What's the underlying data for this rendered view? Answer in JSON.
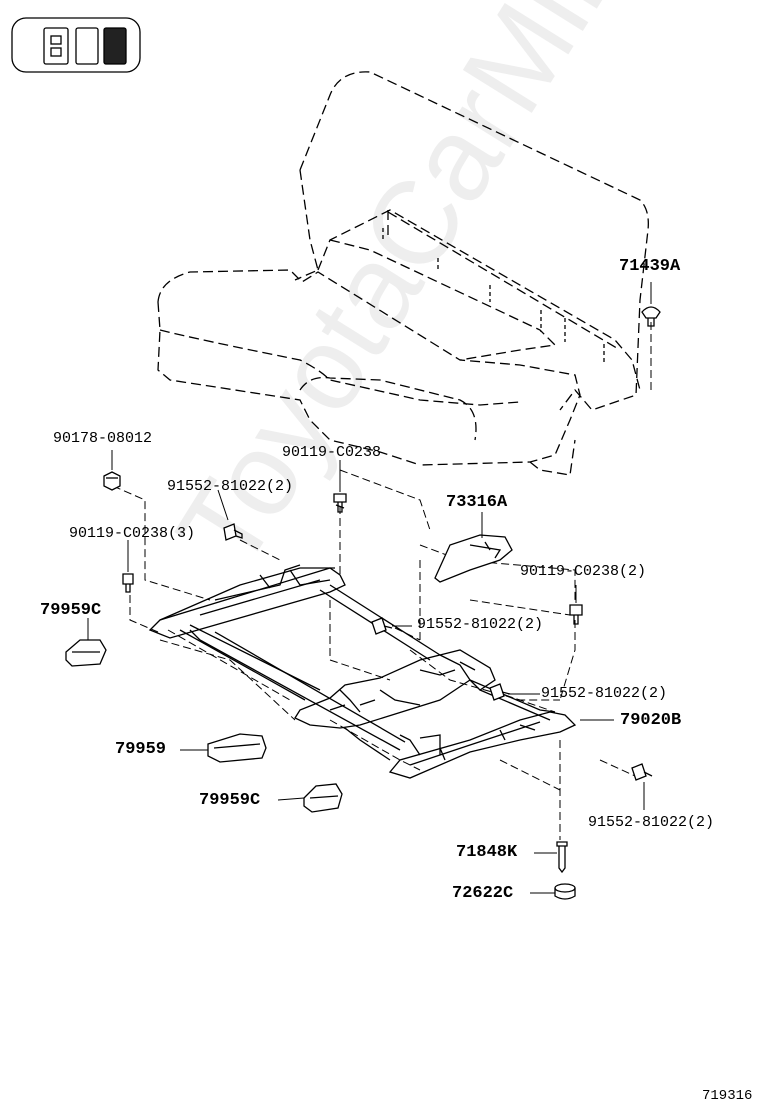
{
  "diagram_id": "719316",
  "watermark": "ToyotaCarMine.ru",
  "colors": {
    "line": "#000000",
    "fill_dark": "#222222",
    "watermark": "#969696"
  },
  "parts": [
    {
      "id": "p1",
      "label": "71439A"
    },
    {
      "id": "p2",
      "label": "90178-08012"
    },
    {
      "id": "p3",
      "label": "90119-C0238"
    },
    {
      "id": "p4",
      "label": "91552-81022(2)"
    },
    {
      "id": "p5",
      "label": "73316A"
    },
    {
      "id": "p6",
      "label": "90119-C0238(3)"
    },
    {
      "id": "p7",
      "label": "90119-C0238(2)"
    },
    {
      "id": "p8",
      "label": "79959C"
    },
    {
      "id": "p9",
      "label": "91552-81022(2)"
    },
    {
      "id": "p10",
      "label": "91552-81022(2)"
    },
    {
      "id": "p11",
      "label": "79020B"
    },
    {
      "id": "p12",
      "label": "79959"
    },
    {
      "id": "p13",
      "label": "79959C"
    },
    {
      "id": "p14",
      "label": "91552-81022(2)"
    },
    {
      "id": "p15",
      "label": "71848K"
    },
    {
      "id": "p16",
      "label": "72622C"
    }
  ]
}
